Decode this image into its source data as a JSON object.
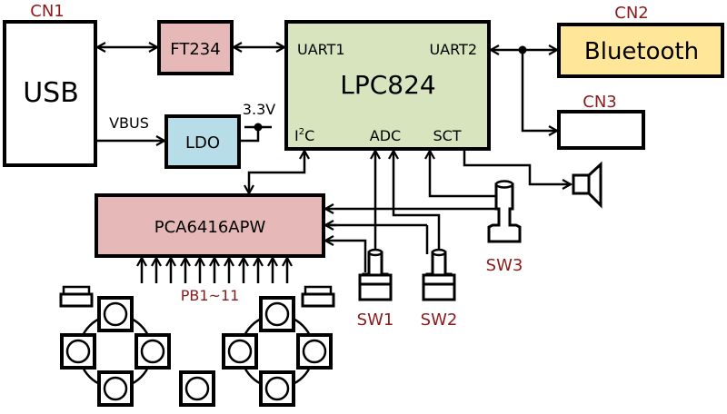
{
  "colors": {
    "ft234_fill": "#e6b8b7",
    "pca_fill": "#e6b8b7",
    "ldo_fill": "#b7dde8",
    "mcu_fill": "#d7e4bd",
    "bluetooth_fill": "#ffe699",
    "ref_label": "#8b1a1a"
  },
  "blocks": {
    "usb": {
      "ref": "CN1",
      "label": "USB"
    },
    "ft234": {
      "label": "FT234"
    },
    "ldo": {
      "label": "LDO"
    },
    "mcu": {
      "label": "LPC824",
      "pin_uart1": "UART1",
      "pin_uart2": "UART2",
      "pin_i2c_i": "I",
      "pin_i2c_sup": "2",
      "pin_i2c_c": "C",
      "pin_adc": "ADC",
      "pin_sct": "SCT"
    },
    "bluetooth": {
      "ref": "CN2",
      "label": "Bluetooth"
    },
    "cn3": {
      "ref": "CN3",
      "label": ""
    },
    "pca": {
      "label": "PCA6416APW",
      "inputs_label": "PB1~11"
    }
  },
  "nets": {
    "vbus": "VBUS",
    "v33": "3.3V"
  },
  "switches": {
    "sw1": "SW1",
    "sw2": "SW2",
    "sw3": "SW3"
  }
}
